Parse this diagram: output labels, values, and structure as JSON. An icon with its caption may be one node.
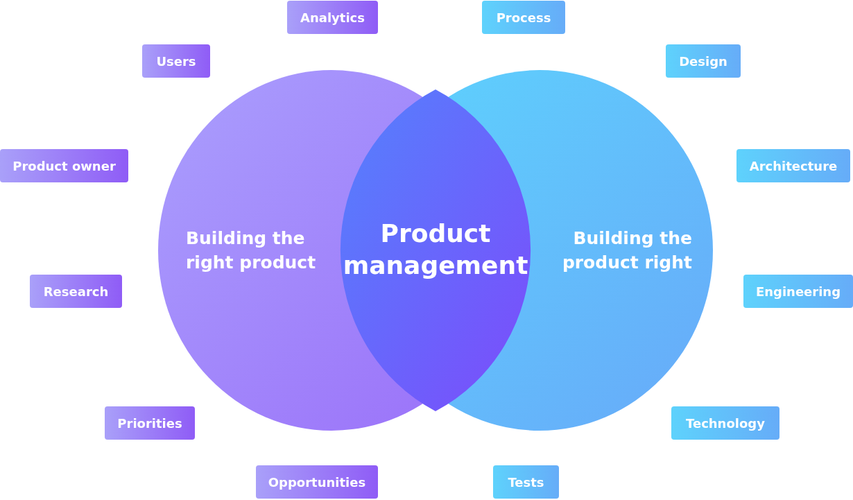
{
  "diagram": {
    "nodes": [
      {
        "text": [
          "Analytics"
        ]
      },
      {
        "text": [
          "Process"
        ]
      },
      {
        "text": [
          "Users"
        ]
      },
      {
        "text": [
          "Design"
        ]
      },
      {
        "text": [
          "Product owner"
        ]
      },
      {
        "text": [
          "Architecture"
        ]
      },
      {
        "text": [
          "Building the right product"
        ]
      },
      {
        "text": [
          "Product management"
        ]
      },
      {
        "text": [
          "Building the product right"
        ]
      },
      {
        "text": [
          "Research"
        ]
      },
      {
        "text": [
          "Engineering"
        ]
      },
      {
        "text": [
          "Priorities"
        ]
      },
      {
        "text": [
          "Technology"
        ]
      },
      {
        "text": [
          "Opportunities"
        ]
      },
      {
        "text": [
          "Tests"
        ]
      }
    ],
    "edges": []
  }
}
